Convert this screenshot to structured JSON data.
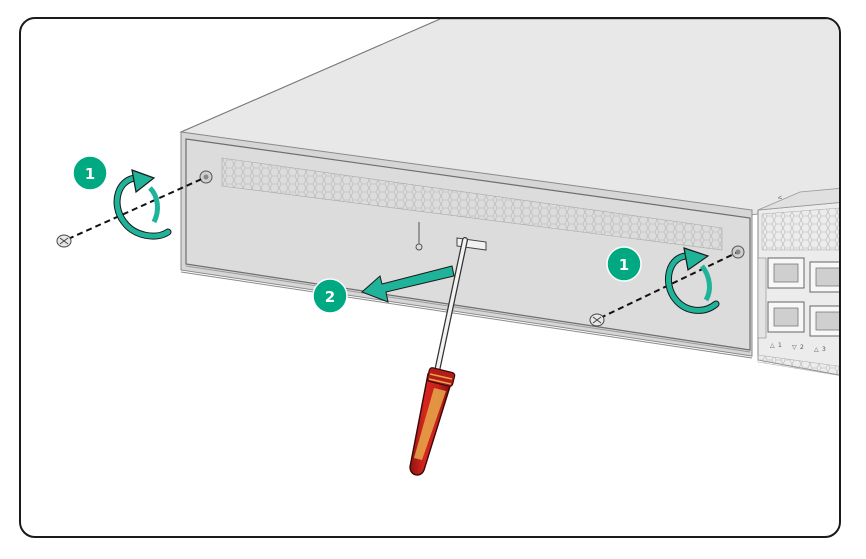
{
  "steps": [
    {
      "label": "1"
    },
    {
      "label": "1"
    },
    {
      "label": "2"
    }
  ],
  "port_labels": [
    "1",
    "2",
    "3"
  ],
  "colors": {
    "accent_green": "#01a982",
    "arrow_teal": "#1fb39a",
    "screwdriver_red": "#c8201e",
    "screwdriver_yellow": "#e6a84a",
    "outline": "#1a1a1a"
  },
  "icons": [
    "screw-icon",
    "rotate-arrow-icon",
    "pull-arrow-icon",
    "screwdriver-icon"
  ]
}
